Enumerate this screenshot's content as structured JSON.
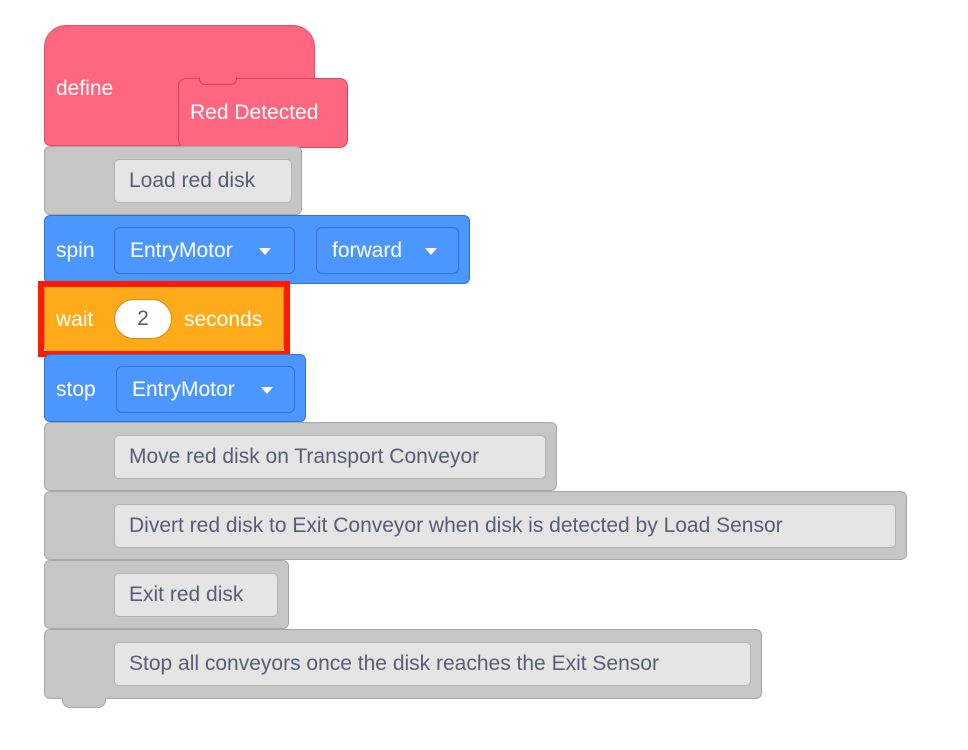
{
  "define_block": {
    "keyword": "define",
    "name": "Red Detected"
  },
  "blocks": {
    "comment_1": "Load red disk",
    "spin": {
      "keyword": "spin",
      "motor": "EntryMotor",
      "direction": "forward"
    },
    "wait": {
      "keyword": "wait",
      "value": "2",
      "unit": "seconds"
    },
    "stop": {
      "keyword": "stop",
      "motor": "EntryMotor"
    },
    "comment_2": "Move red disk on Transport Conveyor",
    "comment_3": "Divert red disk to Exit Conveyor when disk is detected by Load Sensor",
    "comment_4": "Exit red disk",
    "comment_5": "Stop all conveyors once the disk reaches the Exit Sensor"
  },
  "colors": {
    "define": "#ff6680",
    "motion": "#4c97ff",
    "control": "#ffab19",
    "comment": "#c6c6c6",
    "highlight": "#ff1a00"
  },
  "icons": {
    "dropdown": "caret-down-icon"
  }
}
